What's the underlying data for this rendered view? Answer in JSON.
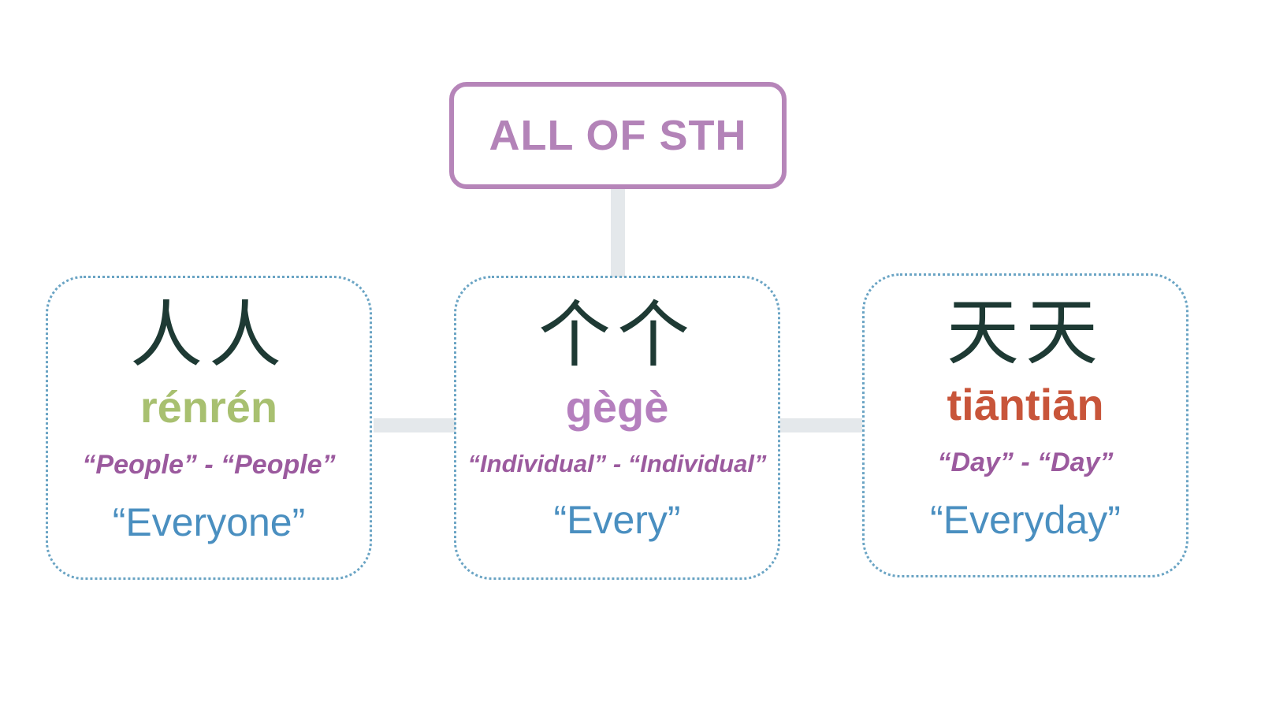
{
  "title": "ALL OF STH",
  "cards": [
    {
      "hanzi": "人人",
      "pinyin": "rénrén",
      "pinyin_color": "#a8c070",
      "meaning": "“People” - “People”",
      "english": "“Everyone”"
    },
    {
      "hanzi": "个个",
      "pinyin": "gègè",
      "pinyin_color": "#b57fbe",
      "meaning": "“Individual” - “Individual”",
      "english": "“Every”"
    },
    {
      "hanzi": "天天",
      "pinyin": "tiāntiān",
      "pinyin_color": "#c8553a",
      "meaning": "“Day” - “Day”",
      "english": "“Everyday”"
    }
  ]
}
